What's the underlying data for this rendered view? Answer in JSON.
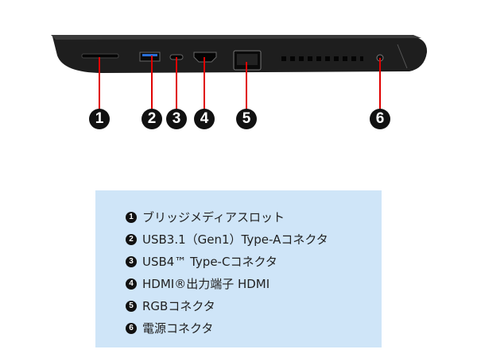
{
  "callouts": [
    "1",
    "2",
    "3",
    "4",
    "5",
    "6"
  ],
  "legend": [
    {
      "n": "1",
      "label": "ブリッジメディアスロット"
    },
    {
      "n": "2",
      "label": "USB3.1（Gen1）Type-Aコネクタ"
    },
    {
      "n": "3",
      "label": "USB4™ Type-Cコネクタ"
    },
    {
      "n": "4",
      "label": "HDMI®出力端子 HDMI"
    },
    {
      "n": "5",
      "label": "RGBコネクタ"
    },
    {
      "n": "6",
      "label": "電源コネクタ"
    }
  ],
  "colors": {
    "leader": "#e00000",
    "legend_bg": "#cfe5f8",
    "body": "#1e1e1e"
  }
}
